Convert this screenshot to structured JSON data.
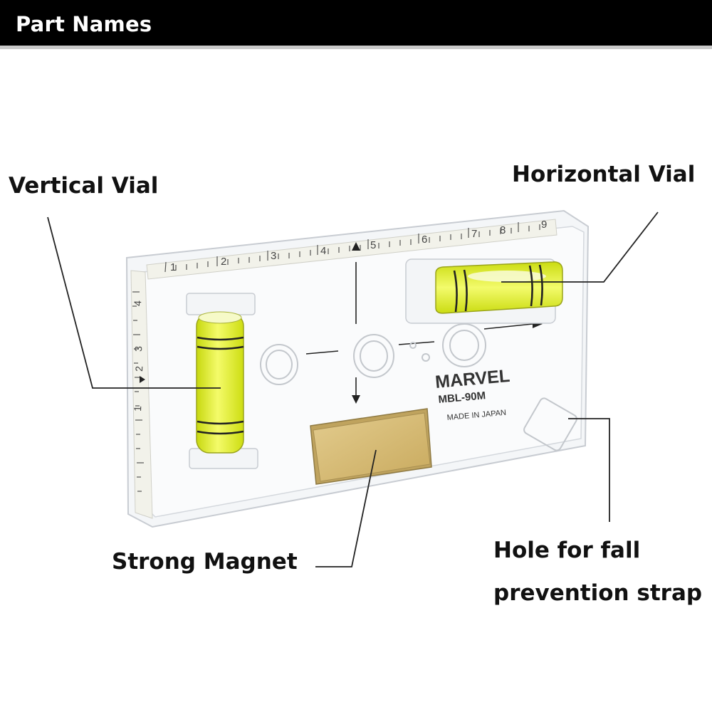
{
  "header": {
    "title": "Part Names"
  },
  "labels": {
    "vertical_vial": "Vertical Vial",
    "horizontal_vial": "Horizontal Vial",
    "strong_magnet": "Strong Magnet",
    "hole_line1": "Hole for fall",
    "hole_line2": "prevention strap"
  },
  "product": {
    "brand": "MARVEL",
    "model": "MBL-90M",
    "origin": "MADE IN JAPAN",
    "top_scale_numbers": [
      "1",
      "2",
      "3",
      "4",
      "5",
      "6",
      "7",
      "8",
      "9"
    ],
    "side_scale_numbers": [
      "1",
      "2",
      "3",
      "4"
    ]
  },
  "colors": {
    "header_bg": "#000000",
    "vial_fluid": "#e4f21a",
    "magnet": "#d9bf7a",
    "body_edge": "#c8ccd2"
  }
}
